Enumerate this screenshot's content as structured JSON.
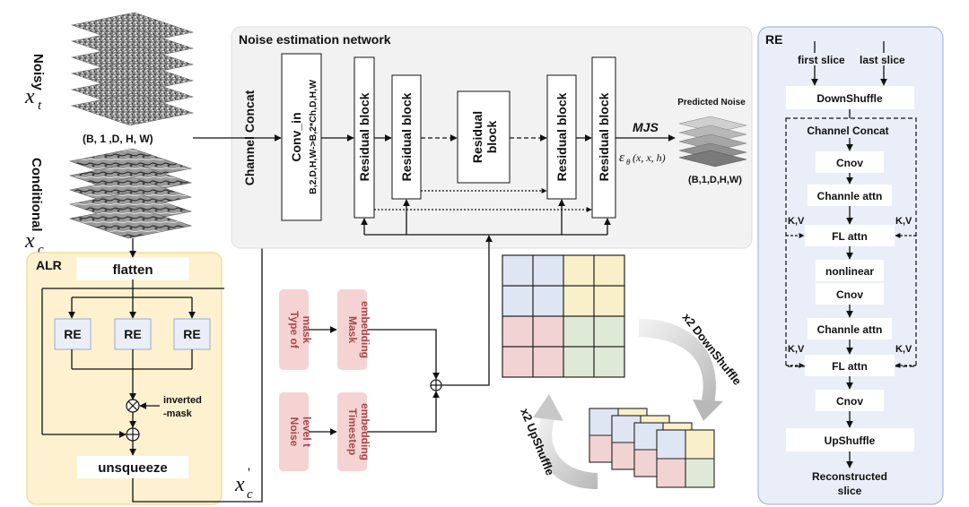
{
  "inputs": {
    "noisy_word": "Noisy",
    "noisy_var": "x",
    "noisy_sub": "t",
    "shape_top": "(B, 1 ,D, H, W)",
    "conditional_word": "Conditional",
    "conditional_var": "x",
    "conditional_sub": "c"
  },
  "alr": {
    "title": "ALR",
    "flatten": "flatten",
    "re_labels": [
      "RE",
      "RE",
      "RE"
    ],
    "inverted_mask_1": "inverted",
    "inverted_mask_2": "-mask",
    "unsqueeze": "unsqueeze",
    "xc_prime": "x",
    "xc_prime_sub": "c",
    "xc_prime_mark": "'"
  },
  "noise_net": {
    "title": "Noise estimation network",
    "channel_concat": "Channel Concat",
    "conv_in": "Conv_in",
    "conv_in_shape": "B,2,D,H,W->B,2*Ch,D,H,W",
    "residual": "Residual block",
    "residual_mid_1": "Residual",
    "residual_mid_2": "block",
    "mjs": "MJS",
    "epsilon": "ε",
    "epsilon_sub": "θ",
    "epsilon_args": "(x, x, h)",
    "predicted_noise": "Predicted Noise",
    "output_shape": "(B,1,D,H,W)"
  },
  "embeddings": {
    "type_of_mask_1": "Type of",
    "type_of_mask_2": "mask",
    "mask_embedding_1": "Mask",
    "mask_embedding_2": "embedding",
    "noise_level_1": "Noise",
    "noise_level_2": "level t",
    "timestep_embedding_1": "Timestep",
    "timestep_embedding_2": "embedding"
  },
  "shuffle": {
    "down": "x2 DownShuffle",
    "up": "x2 UpShuffle",
    "grid_colors": [
      "#dfe6f3",
      "#f9efc8",
      "#f2d3d3",
      "#dfe9d7"
    ]
  },
  "re_panel": {
    "title": "RE",
    "first_slice": "first slice",
    "last_slice": "last slice",
    "downshuffle": "DownShuffle",
    "channel_concat": "Channel Concat",
    "cnov": "Cnov",
    "channle_attn": "Channle attn",
    "fl_attn": "FL attn",
    "nonlinear": "nonlinear",
    "kv": "K,V",
    "upshuffle": "UpShuffle",
    "reconstructed_1": "Reconstructed",
    "reconstructed_2": "slice"
  },
  "colors": {
    "alr_bg": "#fdf1cf",
    "alr_border": "#f0d890",
    "net_bg": "#f2f2f2",
    "re_bg": "#e9eef8",
    "re_border": "#a9b8d8",
    "pink": "#f5d3d3",
    "pink_text": "#a84848"
  }
}
